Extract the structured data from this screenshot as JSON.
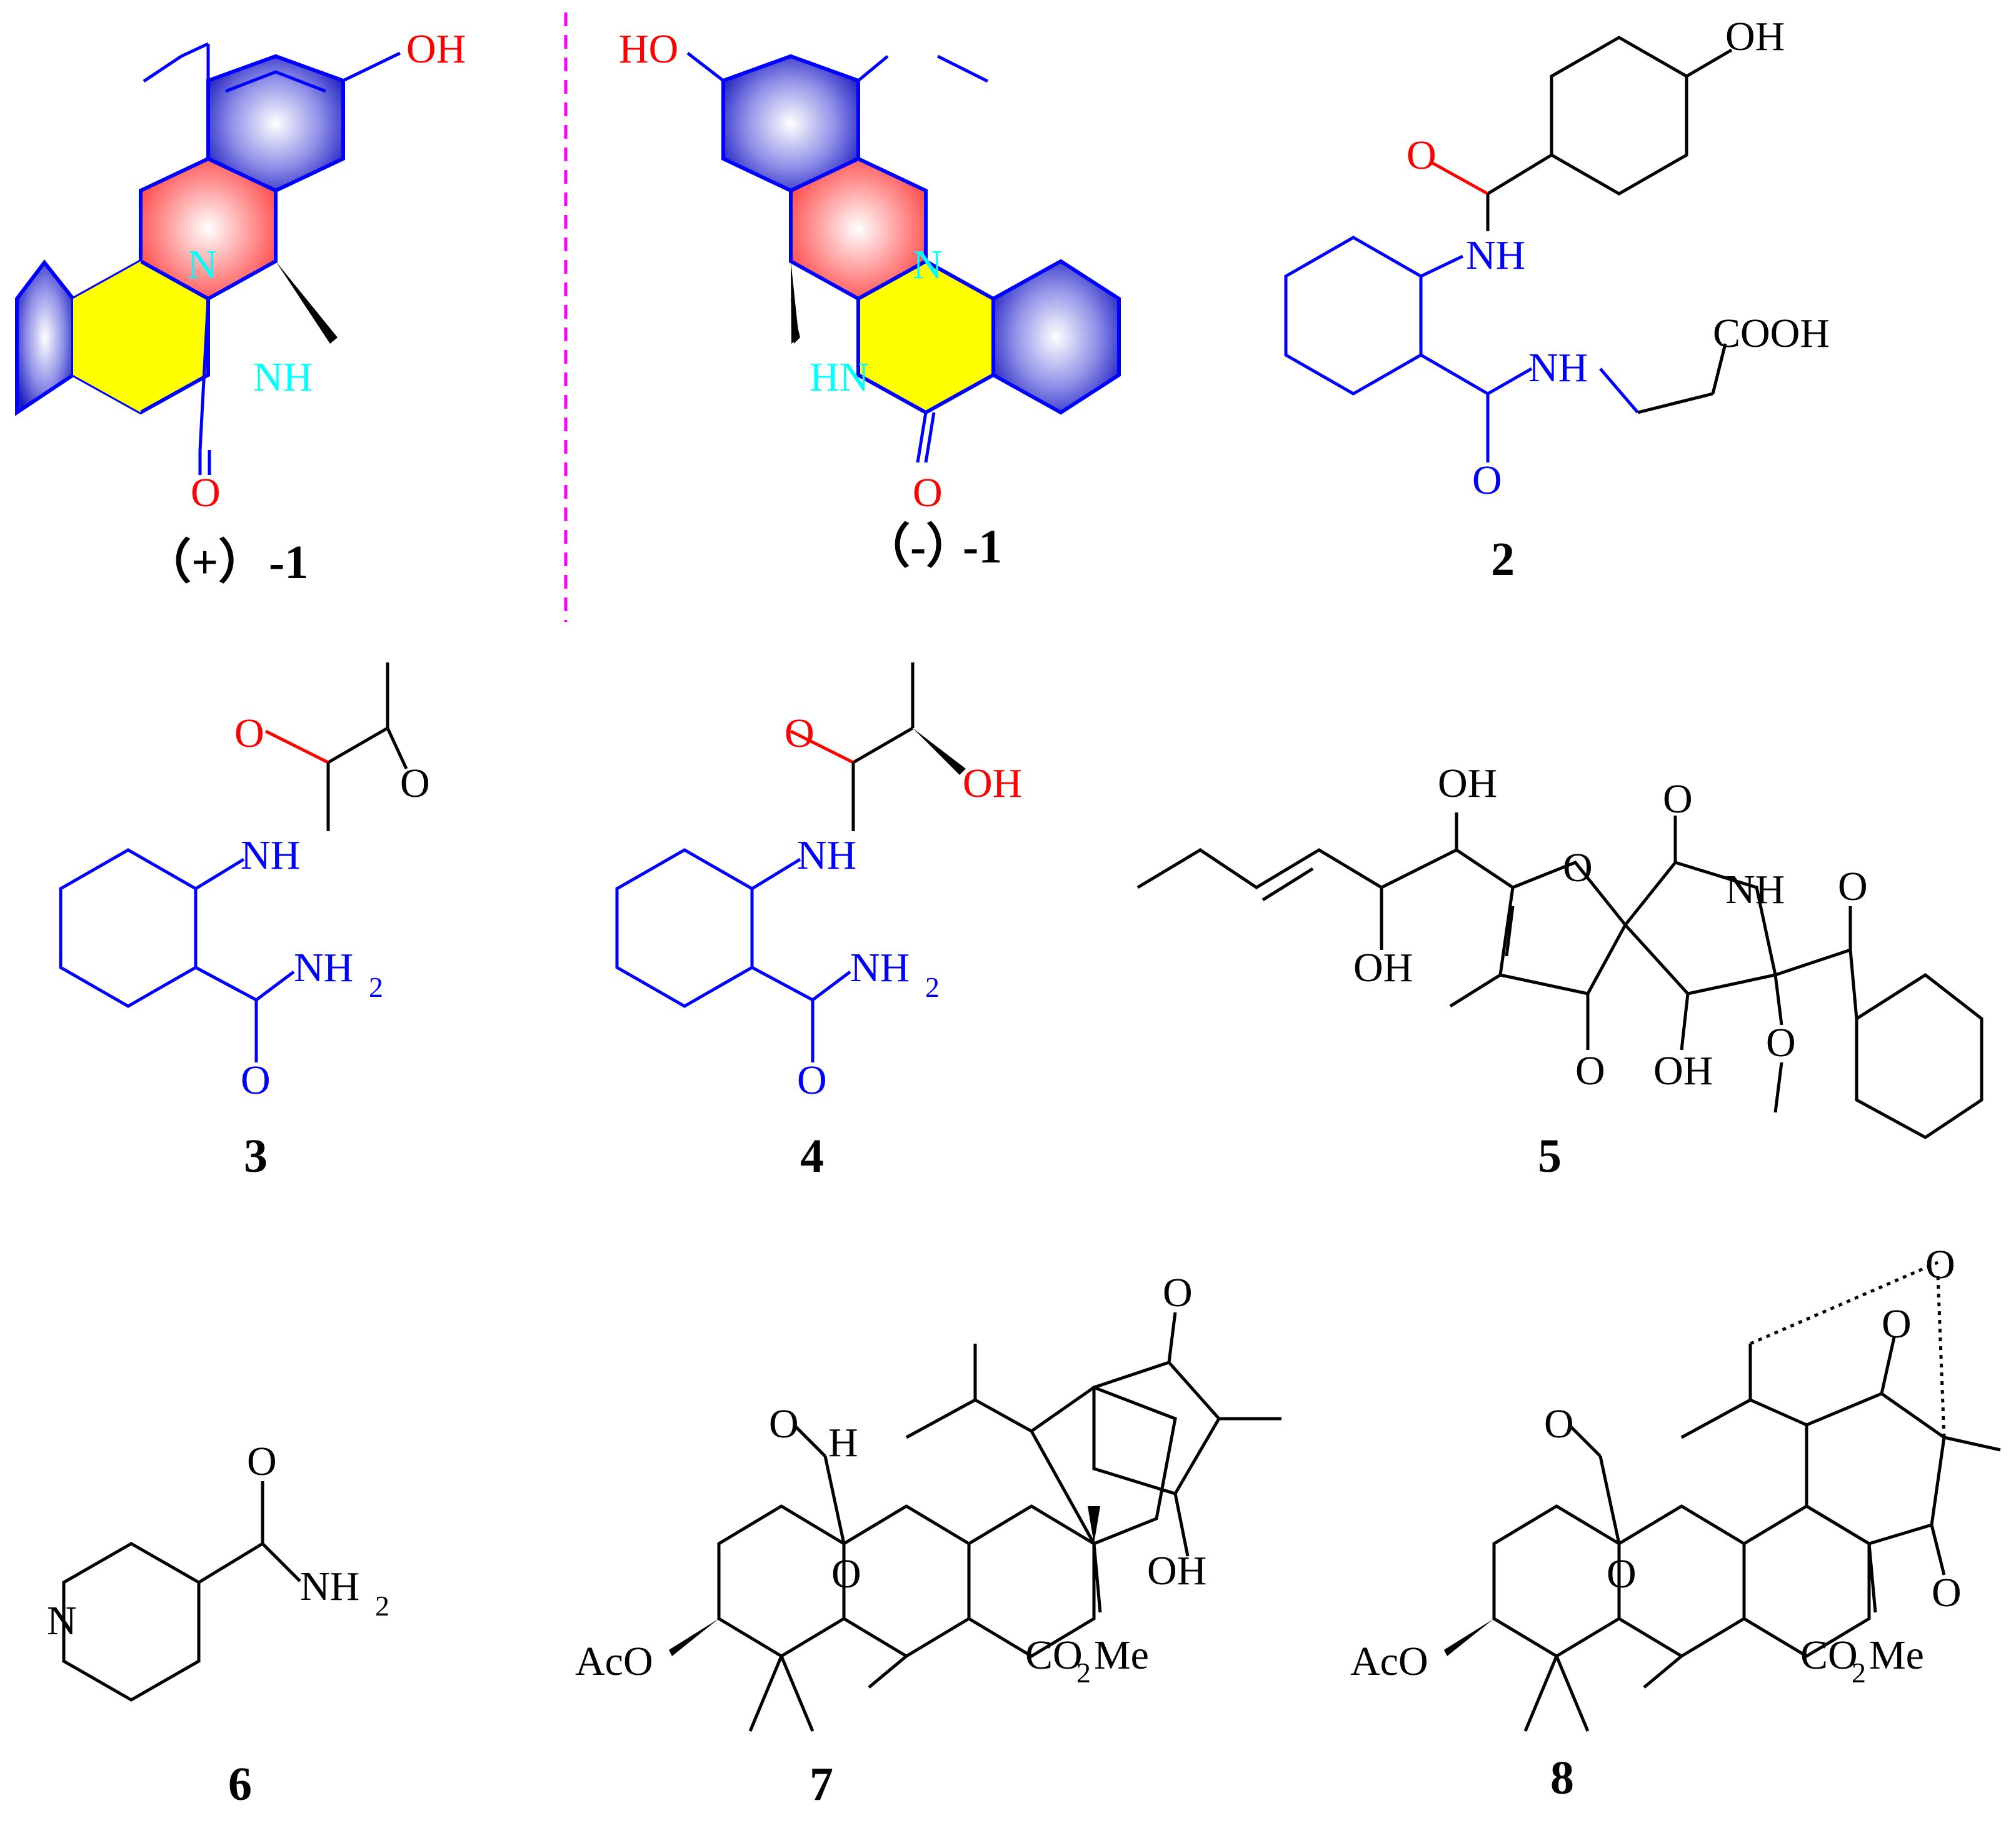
{
  "compounds": [
    {
      "id": "(+)-1",
      "caption_paren": "（+）",
      "caption_num": "-1",
      "labels": {
        "oh": "OH",
        "n": "N",
        "nh": "NH",
        "o": "O"
      }
    },
    {
      "id": "(-)-1",
      "caption_paren": "（-）",
      "caption_num": "-1",
      "labels": {
        "ho": "HO",
        "n": "N",
        "hn": "HN",
        "o": "O"
      }
    },
    {
      "id": "2",
      "caption": "2",
      "labels": {
        "oh": "OH",
        "o_top": "O",
        "nh_top": "NH",
        "nh_mid": "NH",
        "cooh": "COOH",
        "o_bottom": "O"
      }
    },
    {
      "id": "3",
      "caption": "3",
      "labels": {
        "o1": "O",
        "o2": "O",
        "nh": "NH",
        "nh2": "NH",
        "nh2_sub": "2",
        "o_bottom": "O"
      }
    },
    {
      "id": "4",
      "caption": "4",
      "labels": {
        "o1": "O",
        "oh": "OH",
        "nh": "NH",
        "nh2": "NH",
        "nh2_sub": "2",
        "o_bottom": "O"
      }
    },
    {
      "id": "5",
      "caption": "5",
      "labels": {
        "oh_top": "OH",
        "o_ring": "O",
        "o_lactam": "O",
        "nh": "NH",
        "o_ketone": "O",
        "oh_left": "OH",
        "o_bottom": "O",
        "oh_bottom": "OH",
        "o_methoxy": "O"
      }
    },
    {
      "id": "6",
      "caption": "6",
      "labels": {
        "n": "N",
        "o": "O",
        "nh2": "NH",
        "nh2_sub": "2"
      }
    },
    {
      "id": "7",
      "caption": "7",
      "labels": {
        "o_top": "O",
        "o_left": "O",
        "h": "H",
        "o_bridge": "O",
        "oh": "OH",
        "aco": "AcO",
        "co2me_a": "CO",
        "co2me_sub": "2",
        "co2me_b": "Me"
      }
    },
    {
      "id": "8",
      "caption": "8",
      "labels": {
        "o_epox": "O",
        "o_top": "O",
        "o_left": "O",
        "o_bridge": "O",
        "o_right": "O",
        "aco": "AcO",
        "co2me_a": "CO",
        "co2me_sub": "2",
        "co2me_b": "Me"
      }
    }
  ],
  "colors": {
    "bond": "#000000",
    "blue": "#0000ff",
    "red": "#ff0000",
    "cyan": "#00ffff",
    "yellow": "#ffff00",
    "ring_red": "#ff5050",
    "ring_blue": "#2222cc",
    "divider": "#ff00ff"
  }
}
